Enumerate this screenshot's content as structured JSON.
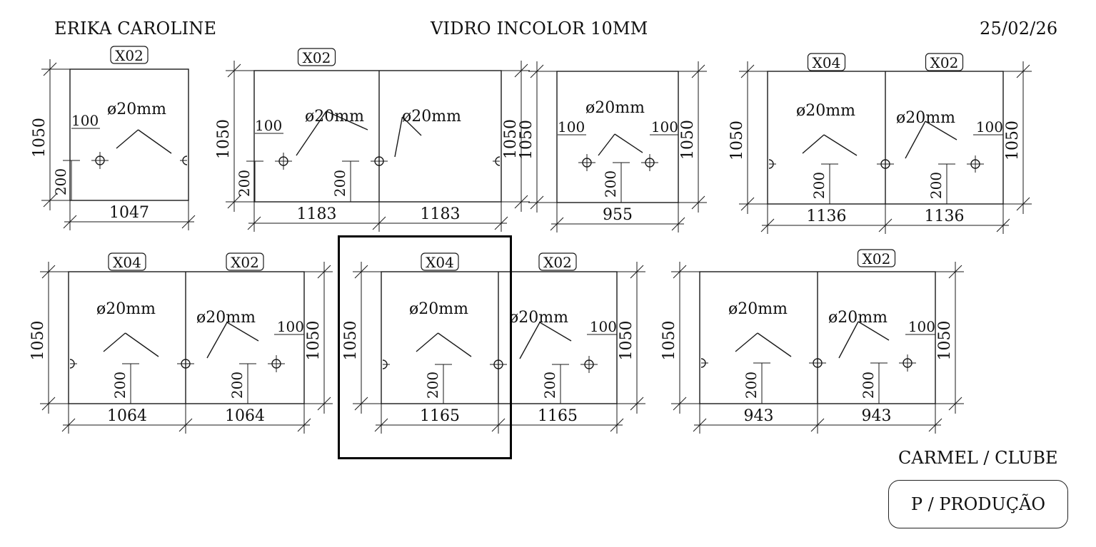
{
  "header": {
    "client": "ERIKA CAROLINE",
    "material": "VIDRO INCOLOR 10MM",
    "date": "25/02/26"
  },
  "footer": {
    "location": "CARMEL / CLUBE",
    "status": "P / PRODUÇÃO"
  },
  "panels": [
    {
      "height_label": "1050",
      "sections": [
        {
          "width": "1047",
          "qty": "X02",
          "hole": "ø20mm",
          "hole_edge_offset": "100",
          "hole_bottom_offset": "200"
        }
      ]
    },
    {
      "height_label": "1050",
      "sections": [
        {
          "width": "1183",
          "qty": "X02",
          "hole": "ø20mm",
          "hole_edge_offset": "100",
          "hole_bottom_offset": "200"
        },
        {
          "width": "1183",
          "qty": "",
          "hole": "ø20mm",
          "hole_edge_offset": "",
          "hole_bottom_offset": "200"
        }
      ]
    },
    {
      "height_label": "1050",
      "sections": [
        {
          "width": "955",
          "qty": "",
          "hole": "ø20mm",
          "hole_edge_offset": "100",
          "hole_edge_offset_right": "100",
          "hole_bottom_offset": "200"
        }
      ]
    },
    {
      "height_label": "1050",
      "sections": [
        {
          "width": "1136",
          "qty": "X04",
          "hole": "ø20mm",
          "hole_edge_offset": "",
          "hole_bottom_offset": "200"
        },
        {
          "width": "1136",
          "qty": "X02",
          "hole": "ø20mm",
          "hole_edge_offset": "100",
          "hole_bottom_offset": "200"
        }
      ]
    },
    {
      "height_label": "1050",
      "sections": [
        {
          "width": "1064",
          "qty": "X04",
          "hole": "ø20mm",
          "hole_edge_offset": "",
          "hole_bottom_offset": "200"
        },
        {
          "width": "1064",
          "qty": "X02",
          "hole": "ø20mm",
          "hole_edge_offset": "100",
          "hole_bottom_offset": "200"
        }
      ]
    },
    {
      "height_label": "1050",
      "sections": [
        {
          "width": "1165",
          "qty": "X04",
          "hole": "ø20mm",
          "hole_edge_offset": "",
          "hole_bottom_offset": "200"
        },
        {
          "width": "1165",
          "qty": "X02",
          "hole": "ø20mm",
          "hole_edge_offset": "100",
          "hole_bottom_offset": "200"
        }
      ]
    },
    {
      "height_label": "1050",
      "sections": [
        {
          "width": "943",
          "qty": "",
          "hole": "ø20mm",
          "hole_edge_offset": "",
          "hole_bottom_offset": "200"
        },
        {
          "width": "943",
          "qty": "X02",
          "hole": "ø20mm",
          "hole_edge_offset": "100",
          "hole_bottom_offset": "200"
        }
      ]
    }
  ]
}
